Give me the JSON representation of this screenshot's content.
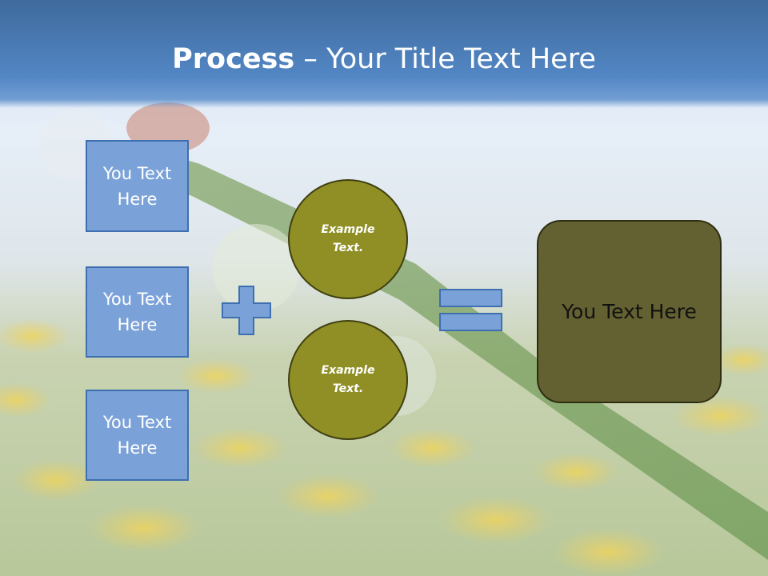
{
  "slide": {
    "title_bold": "Process",
    "title_rest": " – Your Title Text Here"
  },
  "inputs": [
    {
      "label": "You Text Here"
    },
    {
      "label": "You Text Here"
    },
    {
      "label": "You Text Here"
    }
  ],
  "circles": [
    {
      "label": "Example Text."
    },
    {
      "label": "Example Text."
    }
  ],
  "result": {
    "label": "You Text Here"
  },
  "operators": {
    "plus": "plus-icon",
    "equals": "equals-icon"
  },
  "colors": {
    "title_bar": "#4a7cb8",
    "input_box_fill": "#7ba2d8",
    "input_box_border": "#3e6fb0",
    "circle_fill": "#8f8f25",
    "result_fill": "#636131"
  }
}
